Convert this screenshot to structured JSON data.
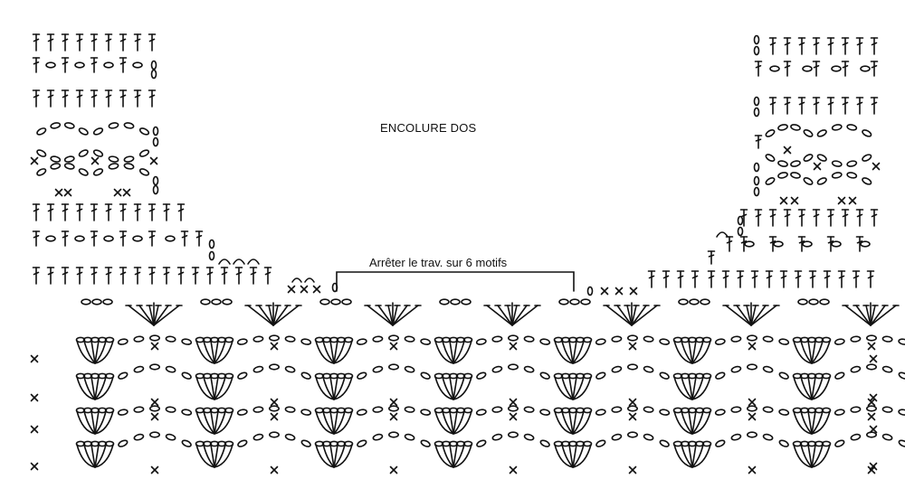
{
  "title": "ENCOLURE DOS",
  "instruction": "Arrêter le trav. sur 6 motifs",
  "colors": {
    "ink": "#111111",
    "background": "#ffffff"
  },
  "symbols": [
    "double-crochet",
    "chain",
    "single-crochet",
    "shell-fan",
    "v-cluster",
    "chain-arch"
  ]
}
